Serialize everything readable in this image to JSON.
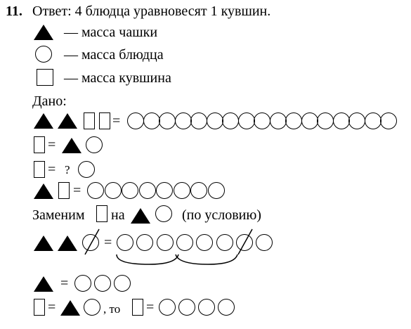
{
  "problem_number": "11.",
  "answer_text": "Ответ: 4 блюдца уравновесят 1 кувшин.",
  "legend": {
    "cup": "— масса чашки",
    "saucer": "— масса блюдца",
    "jug": "— масса кувшина"
  },
  "given_label": "Дано:",
  "equals": "=",
  "question_mark": "?",
  "replace_text": {
    "replace": "Заменим",
    "on": "на",
    "condition": "(по условию)"
  },
  "then_text": ", то",
  "icons": {
    "cup": "filled-triangle-icon",
    "saucer": "circle-icon",
    "jug": "rectangle-icon"
  }
}
